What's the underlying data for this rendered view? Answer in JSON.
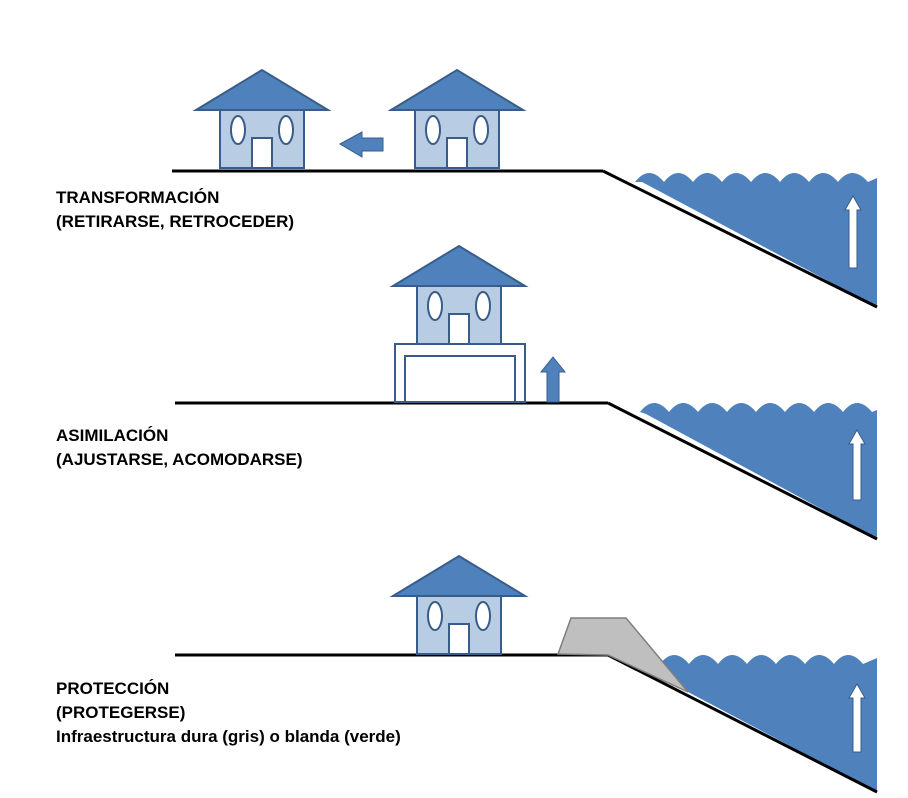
{
  "colors": {
    "water": "#4f81bd",
    "roof": "#4f81bd",
    "house_body": "#b8cce4",
    "outline": "#385d8a",
    "arrow_white": "#ffffff",
    "levee": "#bfbfbf",
    "ground": "#000000"
  },
  "icons": [
    "house-icon",
    "arrow-left-icon",
    "arrow-up-icon",
    "levee-icon",
    "rising-water-arrow-icon"
  ],
  "panels": [
    {
      "title": "TRANSFORMACIÓN",
      "subtitle": "(RETIRARSE, RETROCEDER)"
    },
    {
      "title": "ASIMILACIÓN",
      "subtitle": "(AJUSTARSE, ACOMODARSE)"
    },
    {
      "title": "PROTECCIÓN",
      "subtitle": "(PROTEGERSE)",
      "note": "Infraestructura dura (gris) o blanda (verde)"
    }
  ]
}
